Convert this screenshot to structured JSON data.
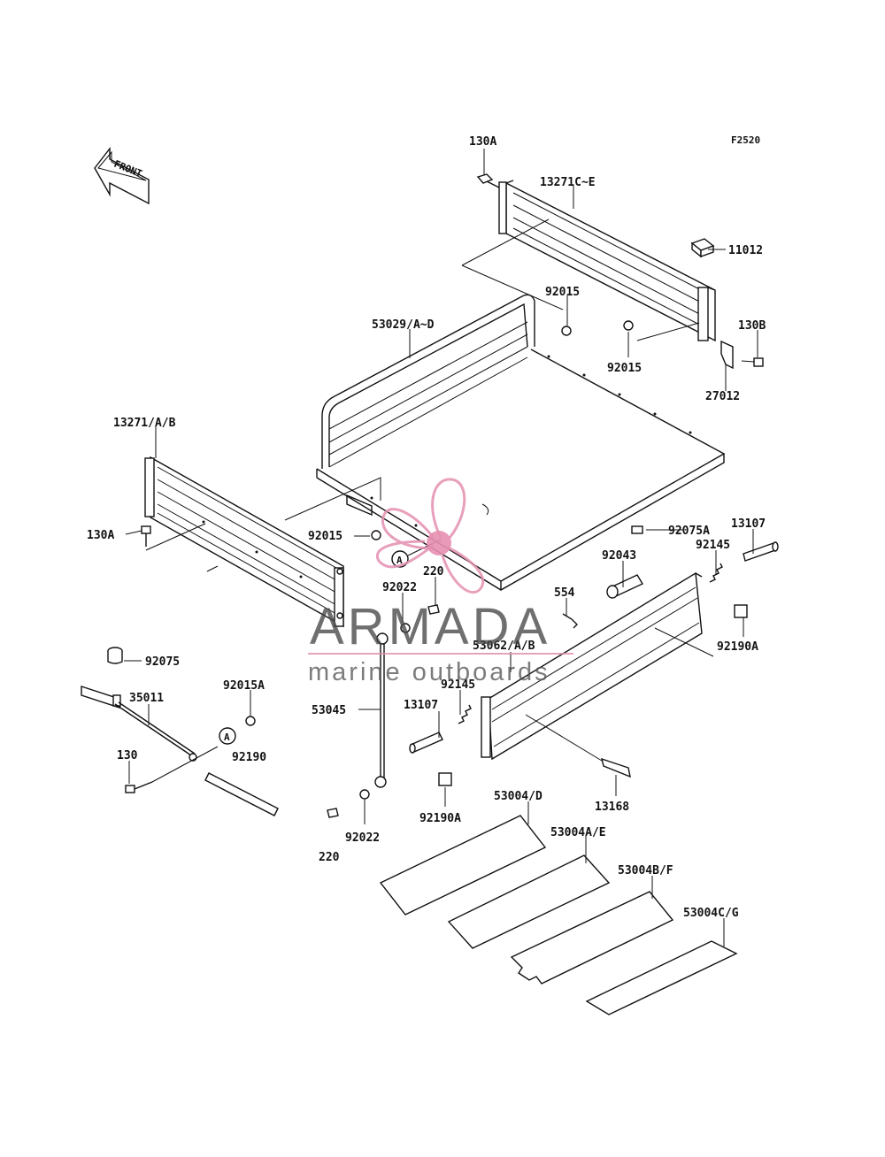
{
  "figure_code": "F2520",
  "front_label": "FRONT",
  "callouts": {
    "c1": "130A",
    "c2": "13271C~E",
    "c3": "11012",
    "c4": "92015",
    "c5": "53029/A~D",
    "c6": "92015",
    "c7": "130B",
    "c8": "27012",
    "c9": "13271/A/B",
    "c10": "130A",
    "c11": "92015",
    "c12": "220",
    "c13": "92022",
    "c14": "92075A",
    "c15": "13107",
    "c16": "92043",
    "c17": "92145",
    "c18": "554",
    "c19": "53062/A/B",
    "c20": "92190A",
    "c21": "92075",
    "c22": "35011",
    "c23": "92015A",
    "c24": "53045",
    "c25": "92145",
    "c26": "13107",
    "c27": "130",
    "c28": "92190",
    "c29": "92022",
    "c30": "220",
    "c31": "92190A",
    "c32": "13168",
    "c33": "53004/D",
    "c34": "53004A/E",
    "c35": "53004B/F",
    "c36": "53004C/G"
  },
  "marker_label": "A",
  "watermark": {
    "brand": "ARMADA",
    "sub": "marine outboards",
    "accent_color": "#e58fb0"
  }
}
